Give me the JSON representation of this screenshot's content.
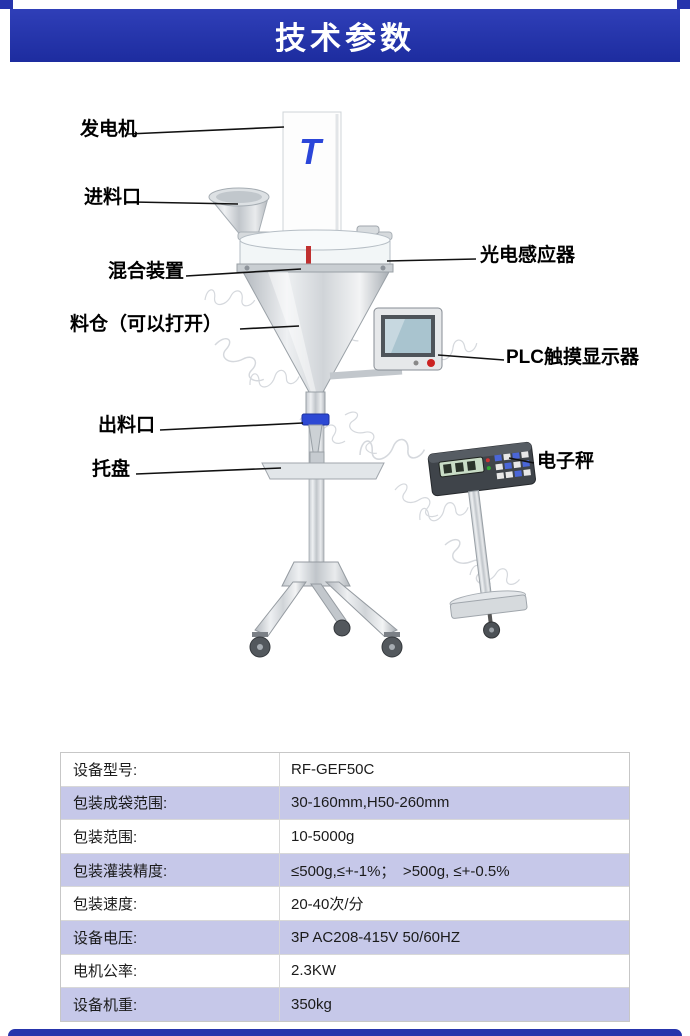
{
  "header": {
    "title": "技术参数"
  },
  "diagram": {
    "logo": "T",
    "callouts": [
      {
        "label": "发电机"
      },
      {
        "label": "进料口"
      },
      {
        "label": "混合装置"
      },
      {
        "label": "料仓（可以打开）"
      },
      {
        "label": "出料口"
      },
      {
        "label": "托盘"
      },
      {
        "label": "光电感应器"
      },
      {
        "label": "PLC触摸显示器"
      },
      {
        "label": "电子秤"
      }
    ]
  },
  "table": {
    "rows": [
      {
        "label": "设备型号:",
        "value": "RF-GEF50C"
      },
      {
        "label": "包装成袋范围:",
        "value": "30-160mm,H50-260mm"
      },
      {
        "label": "包装范围:",
        "value": "10-5000g"
      },
      {
        "label": "包装灌装精度:",
        "value": "≤500g,≤+-1%；　>500g, ≤+-0.5%"
      },
      {
        "label": "包装速度:",
        "value": "20-40次/分"
      },
      {
        "label": "设备电压:",
        "value": "3P AC208-415V  50/60HZ"
      },
      {
        "label": "电机公率:",
        "value": "2.3KW"
      },
      {
        "label": "设备机重:",
        "value": "350kg"
      }
    ]
  },
  "colors": {
    "header_blue": "#2433ad",
    "table_alt_row": "#c6c8e9",
    "logo_blue": "#2b46d9",
    "clamp_blue": "#2d49d4"
  }
}
